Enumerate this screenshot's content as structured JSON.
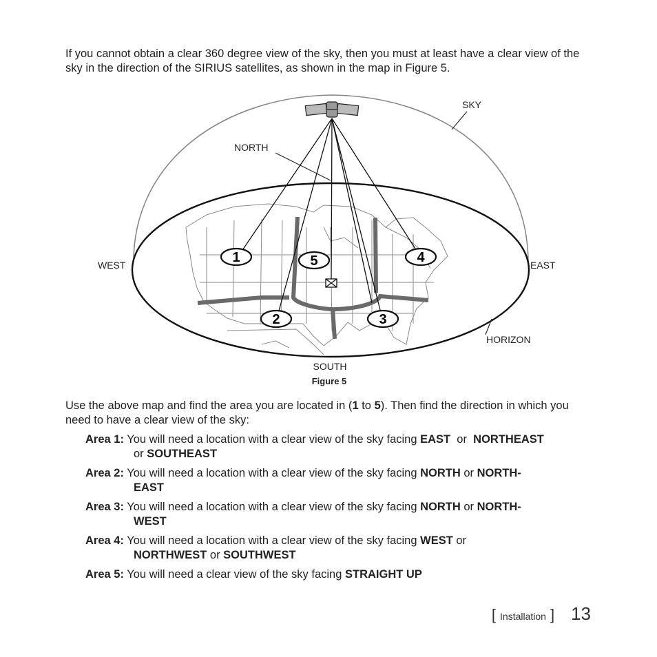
{
  "intro_text": "If you cannot obtain a clear 360 degree view of the sky, then you must at least have a clear view of the sky in the direction of the SIRIUS satellites, as shown in the map in Figure 5.",
  "figure": {
    "labels": {
      "sky": "SKY",
      "north": "NORTH",
      "west": "WEST",
      "east": "EAST",
      "horizon": "HORIZON",
      "south": "SOUTH"
    },
    "area_numbers": [
      "1",
      "2",
      "3",
      "4",
      "5"
    ],
    "caption": "Figure 5"
  },
  "usage": {
    "before": "Use the above map and find the area you are located in (",
    "n1": "1",
    "to": " to ",
    "n5": "5",
    "after": "). Then find the direction in which you need to have a clear view of the sky:"
  },
  "areas": [
    {
      "label": "Area 1:",
      "text": " You will need a location with a clear view of the sky facing ",
      "d1": "EAST",
      "or1": "  or ",
      "d2": "NORTHEAST",
      "or2": "or ",
      "d3": "SOUTHEAST"
    },
    {
      "label": "Area 2:",
      "text": " You will need a location with a clear view of the sky facing ",
      "d1": "NORTH",
      "or1": " or ",
      "d2": "NORTH-",
      "d3": "EAST"
    },
    {
      "label": "Area 3:",
      "text": " You will need a location with a clear view of the sky facing ",
      "d1": "NORTH",
      "or1": " or ",
      "d2": "NORTH-",
      "d3": "WEST"
    },
    {
      "label": "Area 4:",
      "text": " You will need a location with a clear view of the sky facing ",
      "d1": "WEST",
      "or1": " or",
      "d2": "NORTHWEST",
      "or2": " or ",
      "d3": "SOUTHWEST"
    },
    {
      "label": "Area 5:",
      "text": " You will need a clear view of the sky facing ",
      "d1": "STRAIGHT UP"
    }
  ],
  "footer": {
    "open_bracket": "[",
    "section": "Installation",
    "close_bracket": "]",
    "page_number": "13"
  }
}
